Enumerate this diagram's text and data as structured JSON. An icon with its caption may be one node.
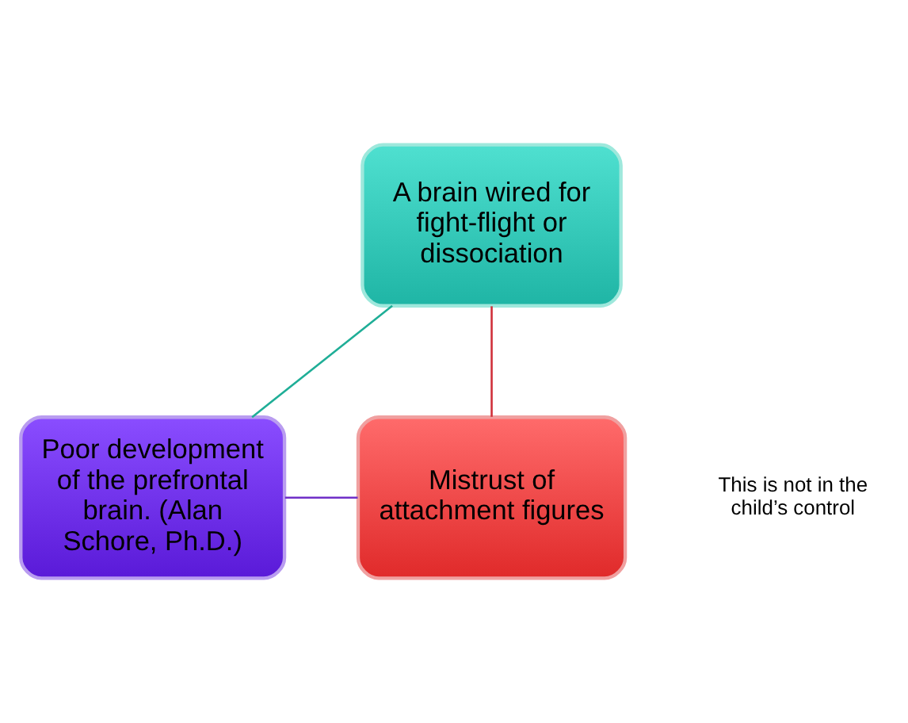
{
  "diagram": {
    "nodes": [
      {
        "text": [
          "A brain wired for fight-flight or dissociation"
        ]
      },
      {
        "text": [
          "Poor development of the prefrontal brain. (Alan Schore, Ph.D.)"
        ]
      },
      {
        "text": [
          "Mistrust of attachment figures"
        ]
      }
    ],
    "edges": [
      {
        "from": 0,
        "to": 1,
        "arrow": "none",
        "color": "#1fae97"
      },
      {
        "from": 1,
        "to": 2,
        "arrow": "none",
        "color": "#7030c8"
      },
      {
        "from": 2,
        "to": 0,
        "arrow": "none",
        "color": "#d0303a"
      }
    ],
    "labels": [
      "This is not in the child’s control"
    ]
  }
}
